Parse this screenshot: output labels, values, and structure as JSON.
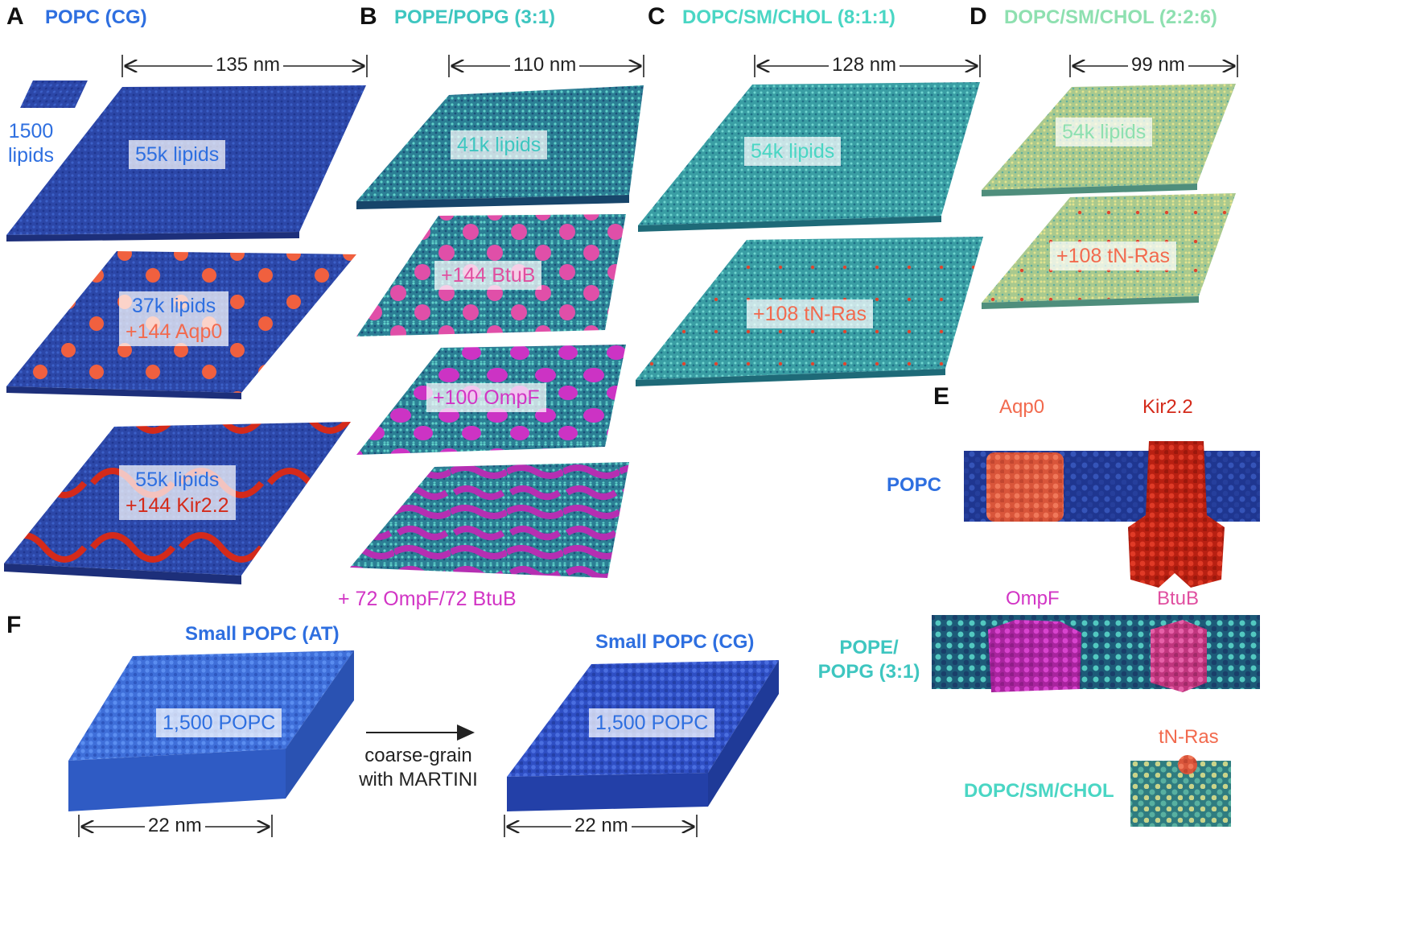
{
  "panels": {
    "A": {
      "letter": "A",
      "title": "POPC (CG)",
      "dimension": "135 nm",
      "small_patch_label": "1500\nlipids",
      "small_patch_line1": "1500",
      "small_patch_line2": "lipids",
      "slabs": [
        {
          "line1": "55k lipids",
          "line2": ""
        },
        {
          "line1": "37k lipids",
          "line2": "+144 Aqp0"
        },
        {
          "line1": "55k lipids",
          "line2": "+144 Kir2.2"
        }
      ]
    },
    "B": {
      "letter": "B",
      "title": "POPE/POPG (3:1)",
      "dimension": "110 nm",
      "slabs": [
        {
          "line1": "41k lipids"
        },
        {
          "line1": "+144 BtuB"
        },
        {
          "line1": "+100 OmpF"
        }
      ],
      "bottom_label": "+ 72 OmpF/72 BtuB"
    },
    "C": {
      "letter": "C",
      "title": "DOPC/SM/CHOL (8:1:1)",
      "dimension": "128 nm",
      "slabs": [
        {
          "line1": "54k lipids"
        },
        {
          "line1": "+108 tN-Ras"
        }
      ]
    },
    "D": {
      "letter": "D",
      "title": "DOPC/SM/CHOL (2:2:6)",
      "dimension": "99 nm",
      "slabs": [
        {
          "line1": "54k lipids"
        },
        {
          "line1": "+108 tN-Ras"
        }
      ]
    },
    "E": {
      "letter": "E",
      "rows": [
        {
          "membrane": "POPC",
          "protein_left": "Aqp0",
          "protein_right": "Kir2.2"
        },
        {
          "membrane_line1": "POPE/",
          "membrane_line2": "POPG (3:1)",
          "protein_left": "OmpF",
          "protein_right": "BtuB"
        },
        {
          "membrane": "DOPC/SM/CHOL",
          "protein": "tN-Ras"
        }
      ]
    },
    "F": {
      "letter": "F",
      "left_title": "Small POPC (AT)",
      "right_title": "Small POPC (CG)",
      "slab_label": "1,500 POPC",
      "arrow_line1": "coarse-grain",
      "arrow_line2": "with MARTINI",
      "dimension": "22 nm"
    }
  },
  "colors": {
    "popc_blue": "#2f4fb5",
    "popc_title": "#2e6fe0",
    "cyan_title": "#3ec6c0",
    "teal_slab": "#3aa6a6",
    "yellow_slab": "#b8cf8a",
    "salmon": "#f26a4e",
    "red": "#d42a1a",
    "magenta": "#d235c5",
    "pink": "#e04fa0"
  }
}
